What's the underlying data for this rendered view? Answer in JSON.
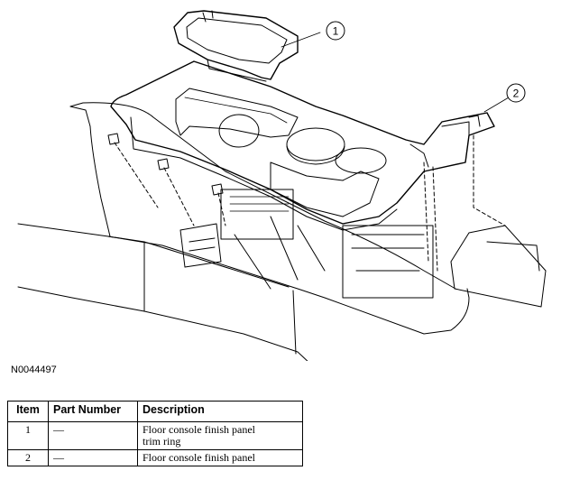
{
  "figure": {
    "id": "N0044497",
    "callouts": [
      "1",
      "2"
    ]
  },
  "table": {
    "headers": [
      "Item",
      "Part Number",
      "Description"
    ],
    "rows": [
      {
        "item": "1",
        "part_number": "—",
        "description_line1": "Floor console finish panel",
        "description_line2": "trim ring"
      },
      {
        "item": "2",
        "part_number": "—",
        "description_line1": "Floor console finish panel",
        "description_line2": ""
      }
    ]
  }
}
